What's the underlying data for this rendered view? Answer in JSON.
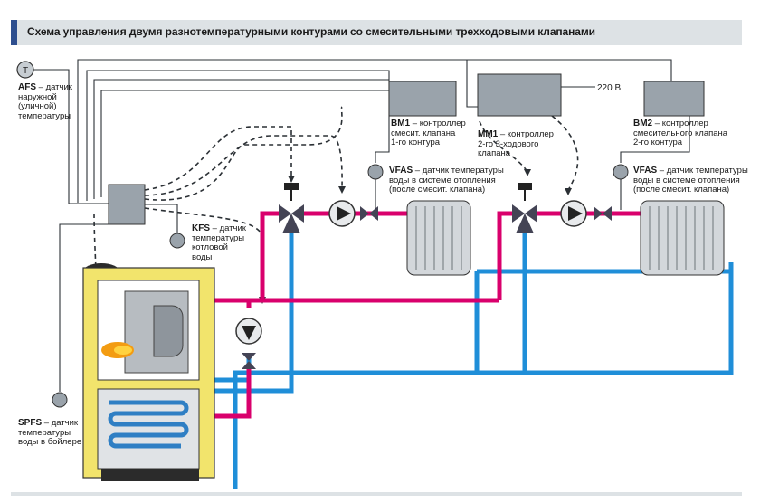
{
  "title": "Схема управления двумя разнотемпературными контурами со смесительными трехходовыми клапанами",
  "colors": {
    "hot_line": "#d9006c",
    "cold_line": "#1f8ed8",
    "boiler_yellow": "#f2e46c",
    "control_box": "#9aa3ab",
    "wire": "#2b3035",
    "accent": "#2e4f8f"
  },
  "labels": {
    "afs": {
      "code": "AFS",
      "lines": [
        "– датчик",
        "наружной",
        "(уличной)",
        "температуры"
      ]
    },
    "kfs": {
      "code": "KFS",
      "lines": [
        "– датчик",
        "температуры",
        "котловой",
        "воды"
      ]
    },
    "spfs": {
      "code": "SPFS",
      "lines": [
        "– датчик",
        "температуры",
        "воды в бойлере"
      ]
    },
    "bm1": {
      "code": "BM1",
      "lines": [
        "– контроллер",
        "смесит. клапана",
        "1-го контура"
      ]
    },
    "mm1": {
      "code": "MM1",
      "lines": [
        "– контроллер",
        "2-го 3-ходового",
        "клапана"
      ]
    },
    "bm2": {
      "code": "BM2",
      "lines": [
        "– контроллер",
        "смесительного клапана",
        "2-го контура"
      ]
    },
    "vfas1": {
      "code": "VFAS",
      "lines": [
        "– датчик температуры",
        "воды в системе отопления",
        "(после смесит. клапана)"
      ]
    },
    "vfas2": {
      "code": "VFAS",
      "lines": [
        "– датчик температуры",
        "воды в системе отопления",
        "(после смесит. клапана)"
      ]
    },
    "voltage": "220 В",
    "sensor_symbol": "T"
  },
  "icons": [
    "temperature-sensor-icon",
    "three-way-valve-icon",
    "pump-icon",
    "check-valve-icon",
    "radiator-icon",
    "burner-flame-icon",
    "boiler-icon",
    "controller-box-icon"
  ]
}
